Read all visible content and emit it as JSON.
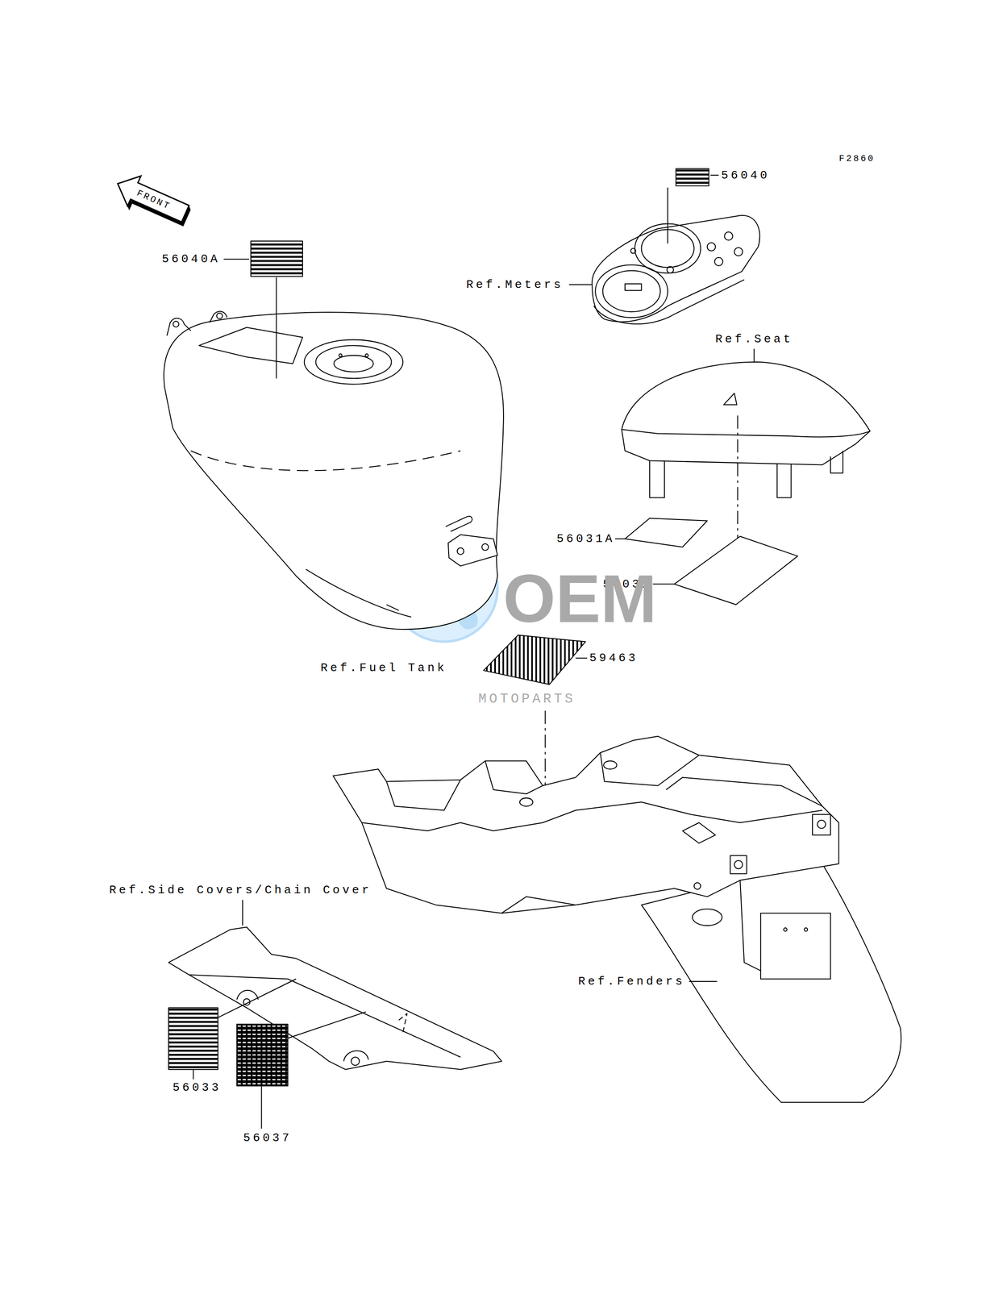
{
  "diagram": {
    "labels": [
      "F2860",
      "FRONT",
      "56040",
      "56040A",
      "Ref.Meters",
      "Ref.Seat",
      "56031A",
      "56031",
      "Ref.Fuel Tank",
      "59463",
      "OEM",
      "MOTOPARTS",
      "Ref.Side Covers/Chain Cover",
      "Ref.Fenders",
      "56033",
      "56037"
    ]
  }
}
